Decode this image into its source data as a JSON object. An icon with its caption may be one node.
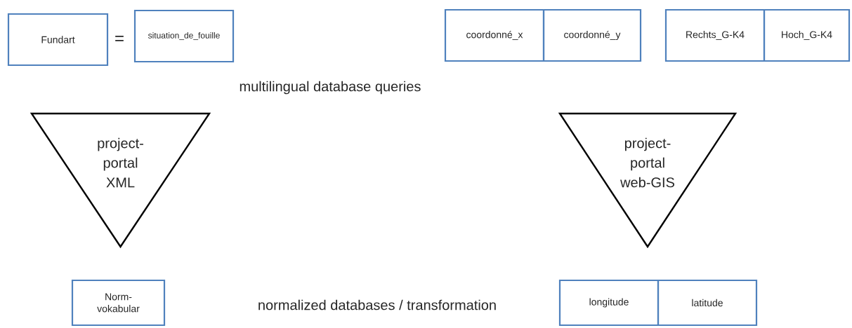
{
  "diagram": {
    "nodes": [
      {
        "text": [
          "Fundart"
        ]
      },
      {
        "text": [
          "situation_de_fouille"
        ]
      },
      {
        "text": [
          "coordonné_x"
        ]
      },
      {
        "text": [
          "coordonné_y"
        ]
      },
      {
        "text": [
          "Rechts_G-K4"
        ]
      },
      {
        "text": [
          "Hoch_G-K4"
        ]
      },
      {
        "text": [
          "project- portal XML"
        ]
      },
      {
        "text": [
          "project- portal web-GIS"
        ]
      },
      {
        "text": [
          "Norm-vokabular"
        ]
      },
      {
        "text": [
          "longitude"
        ]
      },
      {
        "text": [
          "latitude"
        ]
      }
    ],
    "labels": [
      "=",
      "multilingual database queries",
      "normalized databases / transformation"
    ]
  }
}
